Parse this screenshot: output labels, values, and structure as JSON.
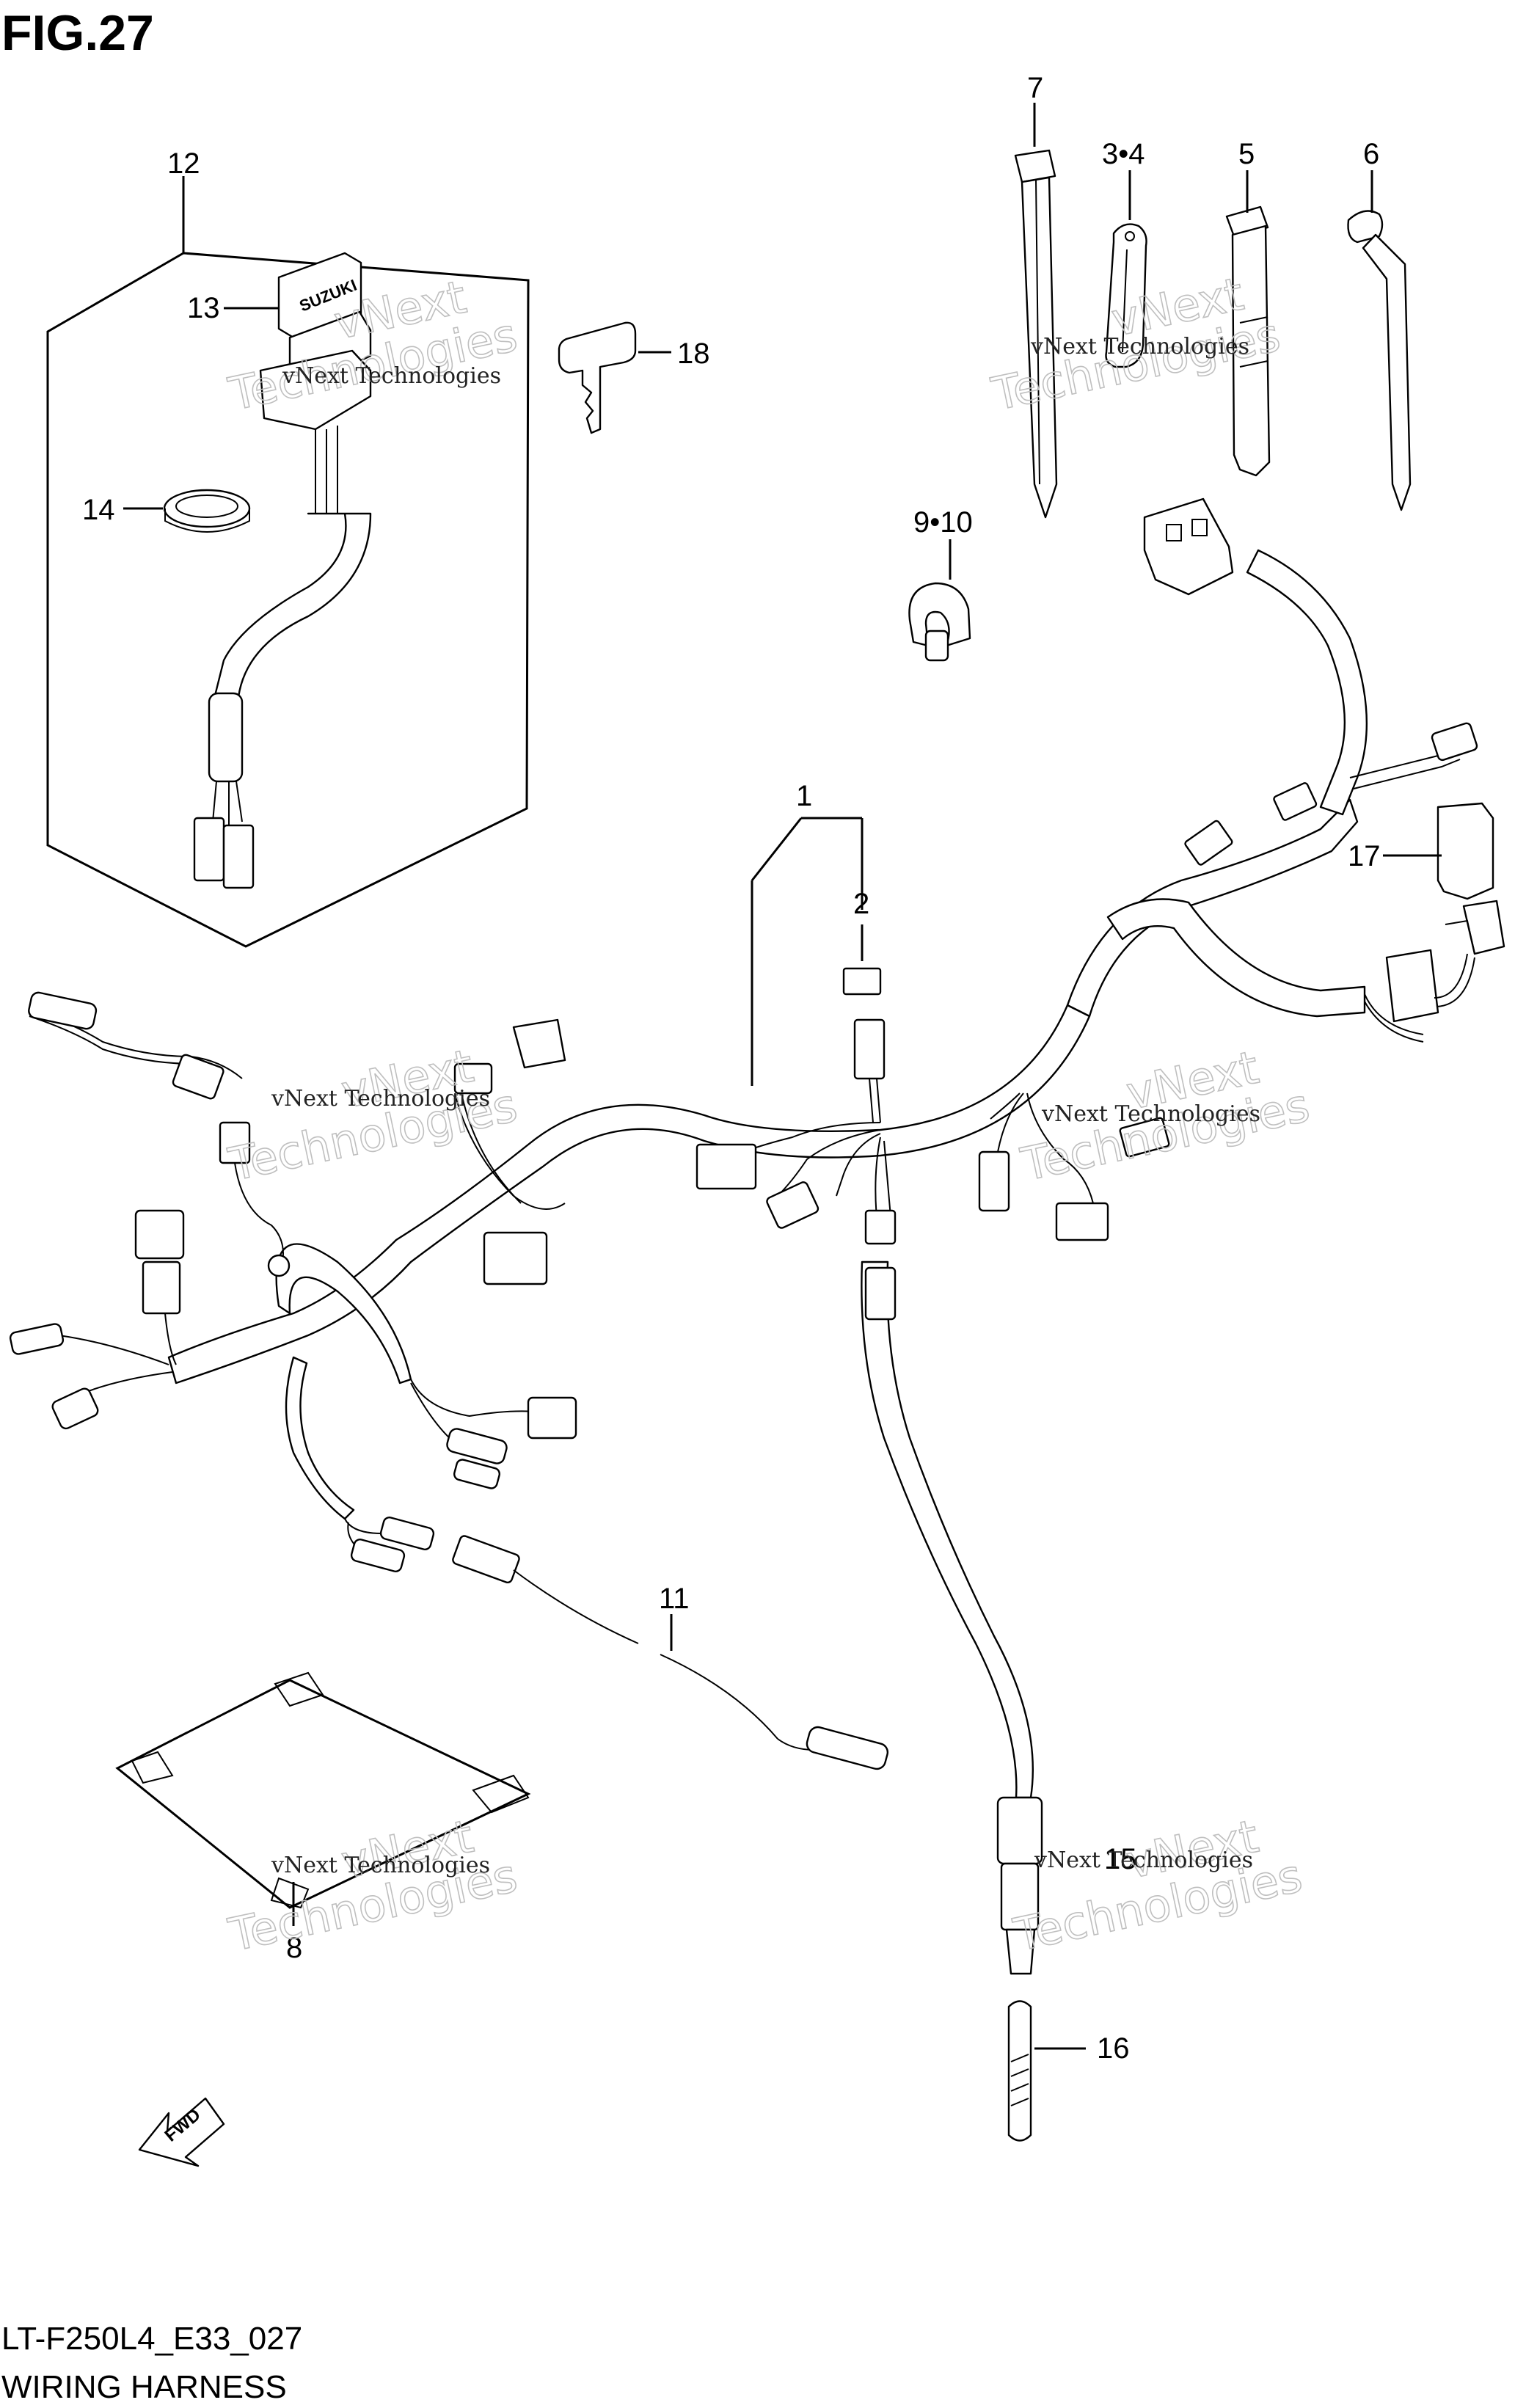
{
  "figure": {
    "number": "FIG.27"
  },
  "footer": {
    "code": "LT-F250L4_E33_027",
    "title": "WIRING HARNESS"
  },
  "watermark": {
    "line1": "vNext Technologies",
    "line2": "vNext",
    "line3": "Technologies"
  },
  "fwd_arrow": {
    "text": "FWD"
  },
  "callouts": [
    {
      "id": "c1",
      "label": "1"
    },
    {
      "id": "c2",
      "label": "2"
    },
    {
      "id": "c34",
      "label": "3•4"
    },
    {
      "id": "c5",
      "label": "5"
    },
    {
      "id": "c6",
      "label": "6"
    },
    {
      "id": "c7",
      "label": "7"
    },
    {
      "id": "c8",
      "label": "8"
    },
    {
      "id": "c910",
      "label": "9•10"
    },
    {
      "id": "c11",
      "label": "11"
    },
    {
      "id": "c12",
      "label": "12"
    },
    {
      "id": "c13",
      "label": "13"
    },
    {
      "id": "c14",
      "label": "14"
    },
    {
      "id": "c15",
      "label": "15"
    },
    {
      "id": "c16",
      "label": "16"
    },
    {
      "id": "c17",
      "label": "17"
    },
    {
      "id": "c18",
      "label": "18"
    }
  ],
  "parts": {
    "ignition_switch": {
      "brand": "SUZUKI"
    }
  }
}
